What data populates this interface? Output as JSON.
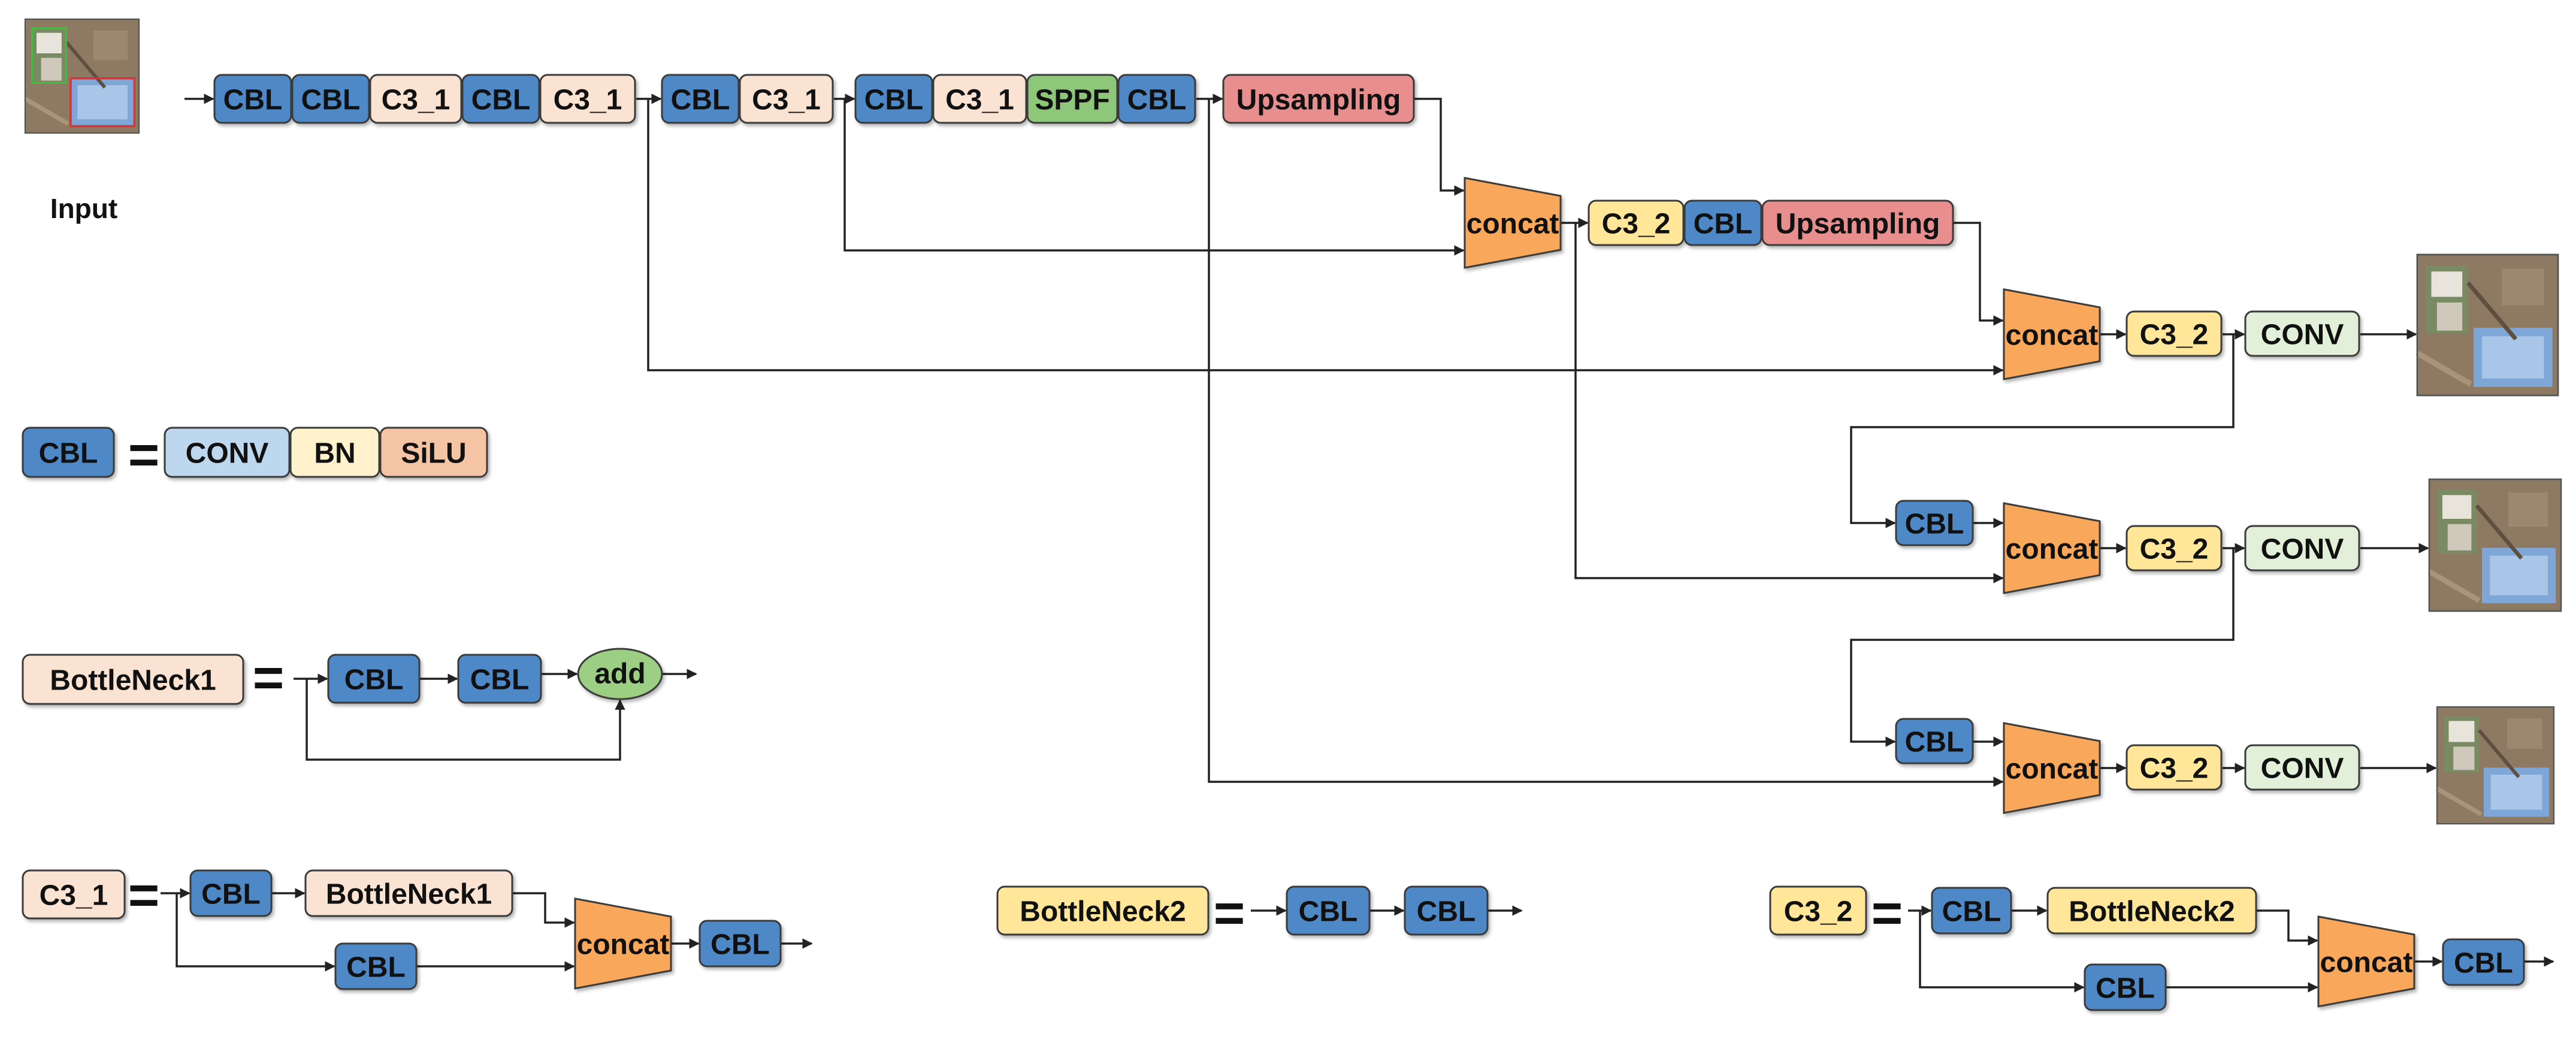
{
  "colors": {
    "cbl": "#4f88c6",
    "c3_1": "#fbe3d4",
    "c3_2": "#ffe699",
    "sppf": "#8ec77a",
    "upsampling": "#e88e8e",
    "concat": "#f9a75a",
    "conv_head": "#e2f0d9",
    "conv_def": "#bdd7ee",
    "bn": "#fff2cc",
    "silu": "#f4c4a4",
    "add": "#9ccf84",
    "border": "#3a3a3a"
  },
  "labels": {
    "input": "Input",
    "cbl": "CBL",
    "c3_1": "C3_1",
    "c3_2": "C3_2",
    "sppf": "SPPF",
    "upsampling": "Upsampling",
    "concat": "concat",
    "conv": "CONV",
    "bn": "BN",
    "silu": "SiLU",
    "bottleneck1": "BottleNeck1",
    "bottleneck2": "BottleNeck2",
    "add": "add",
    "equals": "="
  },
  "icons": {
    "input_image": "aerial-photo-icon",
    "output_image": "aerial-photo-icon"
  }
}
